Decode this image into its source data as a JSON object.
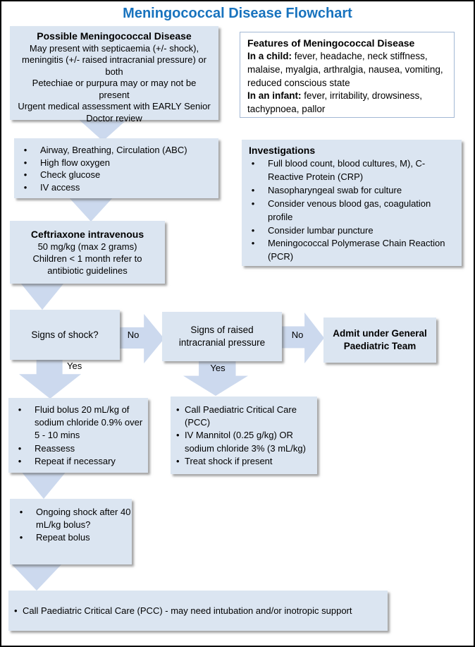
{
  "title": "Meningococcal Disease Flowchart",
  "colors": {
    "title_text": "#1873be",
    "box_fill": "#dbe5f1",
    "arrow_fill": "#ccd9ee",
    "features_box_border": "#a3b8d4",
    "page_border": "#000000",
    "body_text": "#000000"
  },
  "icons": {
    "flow_connector": "triangle-down",
    "decision_no": "block-arrow-right",
    "decision_yes": "block-arrow-down"
  },
  "labels": {
    "no": "No",
    "yes": "Yes"
  },
  "boxes": {
    "possible": {
      "title": "Possible Meningococcal Disease",
      "p1": "May present with septicaemia (+/- shock), meningitis (+/- raised intracranial pressure) or both",
      "p2": "Petechiae or purpura may or may not be present",
      "p3": "Urgent medical assessment with EARLY Senior Doctor review"
    },
    "features": {
      "title": "Features of Meningococcal Disease",
      "child_bold": "In a child:",
      "child_text": " fever, headache, neck stiffness, malaise, myalgia, arthralgia, nausea, vomiting, reduced conscious state",
      "infant_bold": "In an infant:",
      "infant_text": " fever, irritability, drowsiness, tachypnoea, pallor"
    },
    "abc": {
      "bullets": [
        "Airway, Breathing, Circulation (ABC)",
        "High flow oxygen",
        "Check glucose",
        "IV access"
      ]
    },
    "investigations": {
      "title": "Investigations",
      "bullets": [
        "Full blood count, blood cultures, M), C-Reactive Protein (CRP)",
        "Nasopharyngeal swab for culture",
        "Consider venous blood gas, coagulation profile",
        "Consider lumbar puncture",
        "Meningococcal Polymerase Chain Reaction (PCR)"
      ]
    },
    "ceftriaxone": {
      "title": "Ceftriaxone intravenous",
      "line1": "50 mg/kg (max 2 grams)",
      "line2": "Children < 1 month refer to antibiotic guidelines"
    },
    "shock_decision": {
      "label": "Signs of shock?"
    },
    "icp_decision": {
      "label": "Signs of raised intracranial pressure"
    },
    "admit": {
      "label": "Admit under General Paediatric Team"
    },
    "fluid_bolus": {
      "bullets": [
        "Fluid bolus 20 mL/kg of sodium chloride 0.9% over 5 - 10 mins",
        "Reassess",
        "Repeat if necessary"
      ]
    },
    "pcc_icp": {
      "bullets": [
        "Call Paediatric Critical Care (PCC)",
        "IV Mannitol (0.25 g/kg) OR sodium chloride 3% (3 mL/kg)",
        "Treat shock if present"
      ]
    },
    "ongoing_shock": {
      "bullets": [
        "Ongoing shock after 40 mL/kg bolus?",
        "Repeat bolus"
      ]
    },
    "pcc_final": {
      "bullets": [
        "Call Paediatric Critical Care (PCC) - may need intubation and/or inotropic support"
      ]
    }
  }
}
